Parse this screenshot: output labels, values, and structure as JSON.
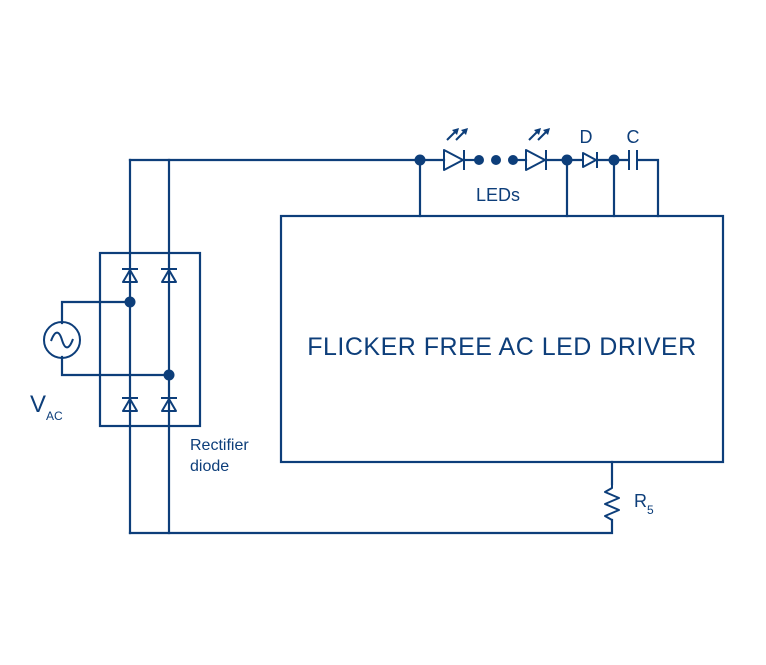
{
  "diagram": {
    "driver_label": "FLICKER FREE AC LED DRIVER",
    "leds_label": "LEDs",
    "diode_label": "D",
    "capacitor_label": "C",
    "source_label_main": "V",
    "source_label_sub": "AC",
    "rectifier_label_line1": "Rectifier",
    "rectifier_label_line2": "diode",
    "resistor_label_main": "R",
    "resistor_label_sub": "5",
    "line_color": "#0d3e7a"
  }
}
